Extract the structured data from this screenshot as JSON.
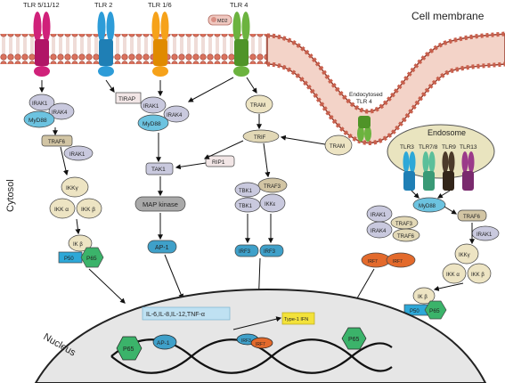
{
  "title_labels": {
    "cell_membrane": "Cell membrane",
    "cytosol": "Cytosol",
    "nucleus": "Nucleus",
    "endosome": "Endosome",
    "endocytosed_line1": "Endocytosed",
    "endocytosed_line2": "TLR 4"
  },
  "receptors": {
    "tlr5_11_12": "TLR 5/11/12",
    "tlr2": "TLR 2",
    "tlr1_6": "TLR 1/6",
    "tlr4": "TLR 4",
    "md2": "MD2",
    "tlr3": "TLR3",
    "tlr7_8": "TLR7/8",
    "tlr9": "TLR9",
    "tlr13": "TLR13"
  },
  "pathway1": {
    "irak1": "IRAK1",
    "irak4": "IRAK4",
    "myd88": "MyD88",
    "traf6": "TRAF6",
    "irak1b": "IRAK1",
    "ikky": "IKKγ",
    "ikka": "IKK α",
    "ikkb": "IKK β",
    "ikb": "IK β",
    "p50": "P50",
    "p65": "P65"
  },
  "pathway2": {
    "tirap": "TIRAP",
    "irak1": "IRAK1",
    "irak4": "IRAK4",
    "myd88": "MyD88",
    "tak1": "TAK1",
    "map_kinase": "MAP kinase",
    "ap1": "AP-1",
    "rip1": "RIP1"
  },
  "pathway3": {
    "tram": "TRAM",
    "trif": "TRIF",
    "tram_endo": "TRAM",
    "traf3": "TRAF3",
    "tbk1a": "TBK1",
    "tbk1b": "TBK1",
    "ikke": "IKKε",
    "irf3a": "IRF3",
    "irf3b": "IRF3"
  },
  "pathway4": {
    "irak1": "IRAK1",
    "irak4": "IRAK4",
    "traf3": "TRAF3",
    "traf6": "TRAF6",
    "myd88": "MyD88",
    "irf7a": "IRF7",
    "irf7b": "IRF7",
    "traf6b": "TRAF6",
    "irak1b": "IRAK1",
    "ikky": "IKKγ",
    "ikka": "IKK α",
    "ikkb": "IKK β",
    "ikb": "IK β",
    "p50": "P50",
    "p65": "P65"
  },
  "nucleus_items": {
    "cytokines": "IL-6,IL-8,IL-12,TNF-α",
    "type1_ifn": "Type-1 IFN",
    "p65_left": "P65",
    "ap1": "AP-1",
    "irf3": "IRF3",
    "irf7": "IRF7",
    "p65_right": "P65"
  }
}
